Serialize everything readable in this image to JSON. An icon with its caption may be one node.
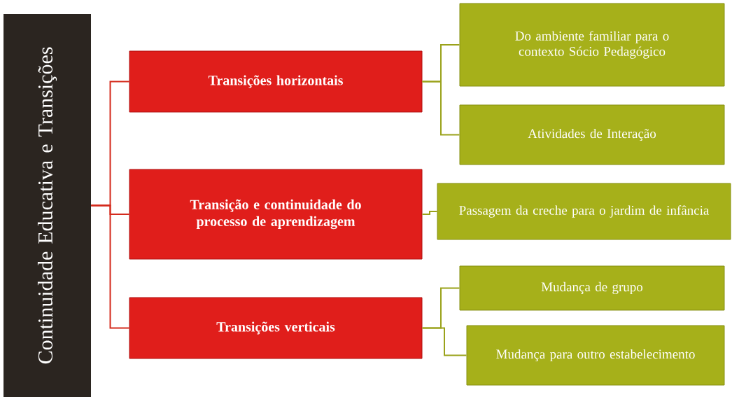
{
  "diagram": {
    "nodes": [
      {
        "text": [
          "Continuidade Educativa e Transições"
        ]
      },
      {
        "text": [
          "Transições horizontais"
        ]
      },
      {
        "text": [
          "Transição e continuidade do processo de aprendizagem"
        ]
      },
      {
        "text": [
          "Transições verticais"
        ]
      },
      {
        "text": [
          "Do ambiente familiar para o contexto Sócio Pedagógico"
        ]
      },
      {
        "text": [
          "Atividades de Interação"
        ]
      },
      {
        "text": [
          "Passagem da creche para o jardim de infância"
        ]
      },
      {
        "text": [
          "Mudança de grupo"
        ]
      },
      {
        "text": [
          "Mudança para outro estabelecimento"
        ]
      }
    ],
    "edges": [
      {
        "from": 0,
        "to": 1,
        "arrow": "none",
        "color": "#d42a1c"
      },
      {
        "from": 0,
        "to": 2,
        "arrow": "none",
        "color": "#d42a1c"
      },
      {
        "from": 0,
        "to": 3,
        "arrow": "none",
        "color": "#d42a1c"
      },
      {
        "from": 1,
        "to": 4,
        "arrow": "none"
      },
      {
        "from": 1,
        "to": 5,
        "arrow": "none"
      },
      {
        "from": 2,
        "to": 6,
        "arrow": "none"
      },
      {
        "from": 3,
        "to": 7,
        "arrow": "none"
      },
      {
        "from": 3,
        "to": 8,
        "arrow": "none"
      }
    ]
  }
}
